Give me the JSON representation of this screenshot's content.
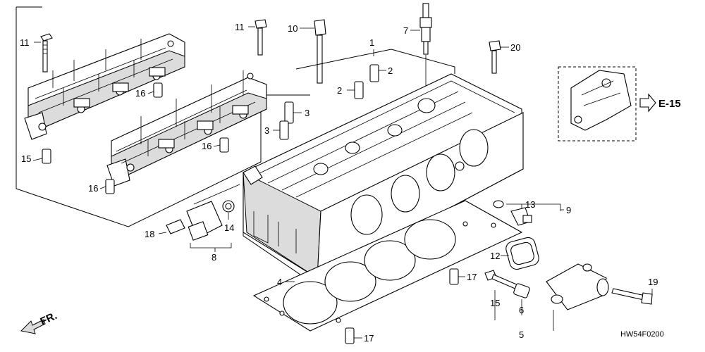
{
  "diagram": {
    "callouts": [
      {
        "id": "c1",
        "text": "1"
      },
      {
        "id": "c2a",
        "text": "2"
      },
      {
        "id": "c2b",
        "text": "2"
      },
      {
        "id": "c3a",
        "text": "3"
      },
      {
        "id": "c3b",
        "text": "3"
      },
      {
        "id": "c4",
        "text": "4"
      },
      {
        "id": "c5",
        "text": "5"
      },
      {
        "id": "c6",
        "text": "6"
      },
      {
        "id": "c7",
        "text": "7"
      },
      {
        "id": "c8",
        "text": "8"
      },
      {
        "id": "c9",
        "text": "9"
      },
      {
        "id": "c10",
        "text": "10"
      },
      {
        "id": "c11a",
        "text": "11"
      },
      {
        "id": "c11b",
        "text": "11"
      },
      {
        "id": "c12",
        "text": "12"
      },
      {
        "id": "c13",
        "text": "13"
      },
      {
        "id": "c14",
        "text": "14"
      },
      {
        "id": "c15a",
        "text": "15"
      },
      {
        "id": "c15b",
        "text": "15"
      },
      {
        "id": "c16a",
        "text": "16"
      },
      {
        "id": "c16b",
        "text": "16"
      },
      {
        "id": "c16c",
        "text": "16"
      },
      {
        "id": "c17a",
        "text": "17"
      },
      {
        "id": "c17b",
        "text": "17"
      },
      {
        "id": "c18",
        "text": "18"
      },
      {
        "id": "c19",
        "text": "19"
      },
      {
        "id": "c20",
        "text": "20"
      }
    ],
    "reference": "E-15",
    "front_label": "FR.",
    "diagram_code": "HW54F0200"
  }
}
